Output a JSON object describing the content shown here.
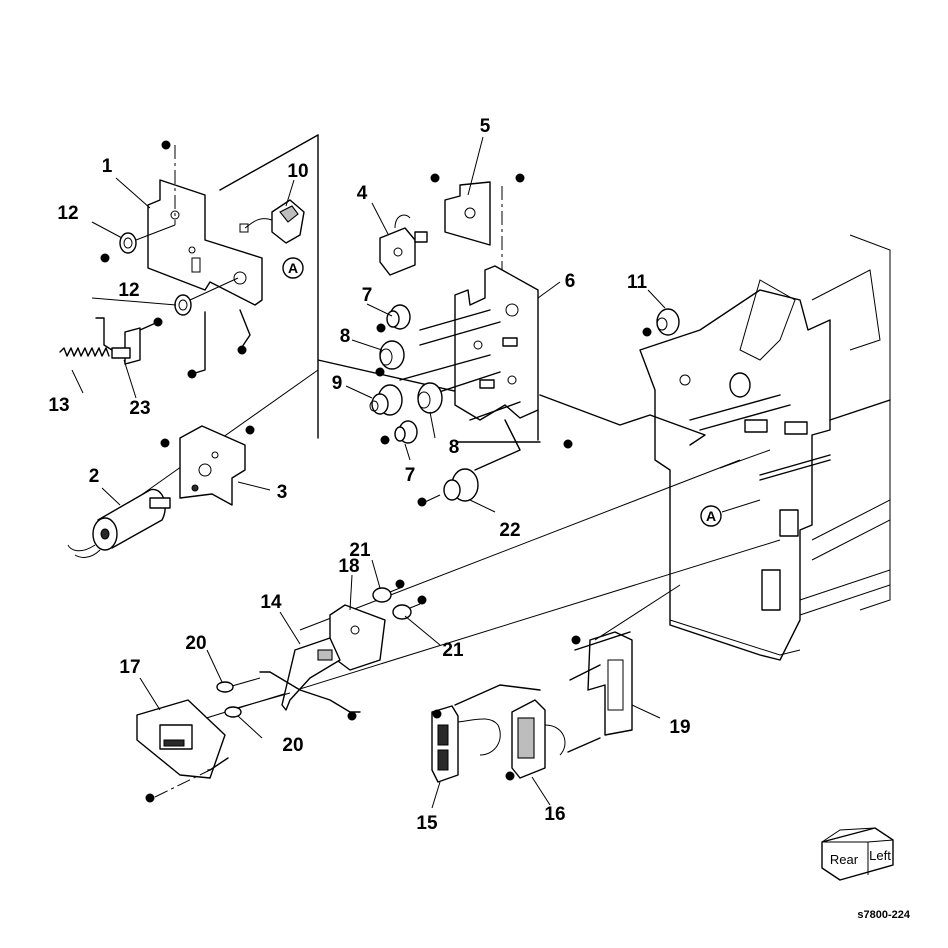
{
  "callouts": {
    "c1": "1",
    "c2": "2",
    "c3": "3",
    "c4": "4",
    "c5": "5",
    "c6": "6",
    "c7a": "7",
    "c7b": "7",
    "c8a": "8",
    "c8b": "8",
    "c9": "9",
    "c10": "10",
    "c11": "11",
    "c12a": "12",
    "c12b": "12",
    "c13": "13",
    "c14": "14",
    "c15": "15",
    "c16": "16",
    "c17": "17",
    "c18": "18",
    "c19": "19",
    "c20a": "20",
    "c20b": "20",
    "c21a": "21",
    "c21b": "21",
    "c22": "22",
    "c23": "23"
  },
  "reference_marks": {
    "upper": "A",
    "lower": "A"
  },
  "orientation_box": {
    "front_face": "Rear",
    "side_face": "Left"
  },
  "figure_id": "s7800-224"
}
